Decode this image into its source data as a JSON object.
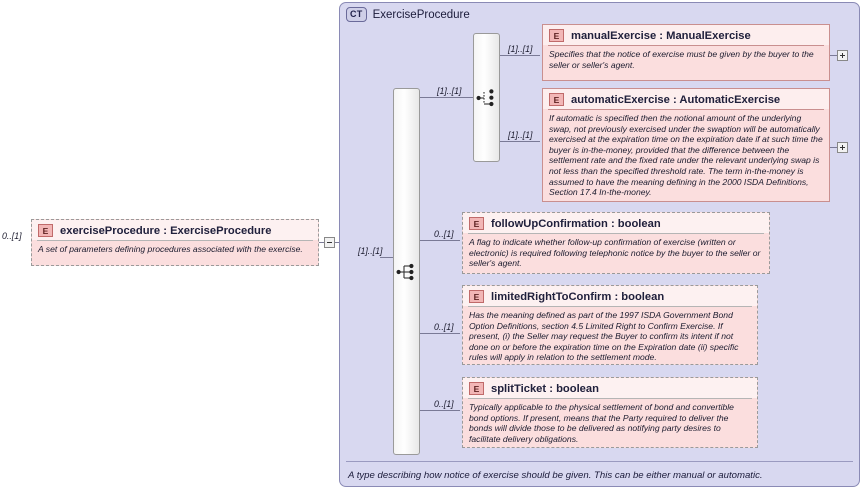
{
  "diagram": {
    "type": "xml-schema-diagram",
    "root_element": {
      "badge": "E",
      "title": "exerciseProcedure : ExerciseProcedure",
      "doc": "A set of parameters defining procedures associated with the exercise.",
      "cardinality": "0..[1]",
      "optional": true
    },
    "complex_type": {
      "badge": "CT",
      "title": "ExerciseProcedure",
      "footer": "A type describing how notice of exercise should be given. This can be either manual or automatic."
    },
    "compositors": [
      {
        "name": "sequence",
        "glyph": "sequence-icon"
      },
      {
        "name": "choice",
        "glyph": "choice-icon"
      }
    ],
    "sequence_cardinality": "[1]..[1]",
    "choice_cardinality": "[1]..[1]",
    "children": [
      {
        "badge": "E",
        "title": "manualExercise : ManualExercise",
        "doc": "Specifies that the notice of exercise must be given by the buyer to the seller or seller's agent.",
        "cardinality": "[1]..[1]",
        "optional": false,
        "expandable": true
      },
      {
        "badge": "E",
        "title": "automaticExercise : AutomaticExercise",
        "doc": "If automatic is specified then the notional amount of the underlying swap, not previously exercised under the swaption will be automatically exercised at the expiration time on the expiration date if at such time the buyer is in-the-money, provided that the difference between the settlement rate and the fixed rate under the relevant underlying swap is not less than the specified threshold rate. The term in-the-money is assumed to have the meaning defining in the 2000 ISDA Definitions, Section 17.4 In-the-money.",
        "cardinality": "[1]..[1]",
        "optional": false,
        "expandable": true
      },
      {
        "badge": "E",
        "title": "followUpConfirmation : boolean",
        "doc": "A flag to indicate whether follow-up confirmation of exercise (written or electronic) is required following telephonic notice by the buyer to the seller or seller's agent.",
        "cardinality": "0..[1]",
        "optional": true,
        "expandable": false
      },
      {
        "badge": "E",
        "title": "limitedRightToConfirm : boolean",
        "doc": "Has the meaning defined as part of the 1997 ISDA Government Bond Option Definitions, section 4.5 Limited Right to Confirm Exercise. If present, (i) the Seller may request the Buyer to confirm its intent if not done on or before the expiration time on the Expiration date (ii) specific rules will apply in relation to the settlement mode.",
        "cardinality": "0..[1]",
        "optional": true,
        "expandable": false
      },
      {
        "badge": "E",
        "title": "splitTicket : boolean",
        "doc": "Typically applicable to the physical settlement of bond and convertible bond options. If present, means that the Party required to deliver the bonds will divide those to be delivered as notifying party desires to facilitate delivery obligations.",
        "cardinality": "0..[1]",
        "optional": true,
        "expandable": false
      }
    ],
    "toggles": {
      "root_collapse": "-",
      "manual_expand": "+",
      "automatic_expand": "+"
    },
    "colors": {
      "container_bg": "#d8d8f0",
      "container_border": "#8a8ab5",
      "element_bg": "#fbdede",
      "element_border": "#c98f8f",
      "badge_bg": "#f2b6b6",
      "line": "#7a7a96"
    }
  }
}
